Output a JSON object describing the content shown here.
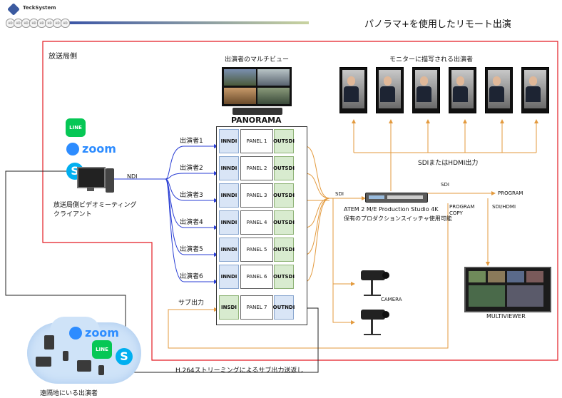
{
  "header": {
    "brand": "TeckSystem",
    "title": "パノラマ+を使用したリモート出演",
    "logo_items": [
      "HD",
      "HD",
      "HD",
      "HD",
      "HD",
      "HD",
      "HD",
      "HD"
    ]
  },
  "colors": {
    "frame_red": "#e31b23",
    "wire_blue": "#2a3ed4",
    "wire_orange": "#e39a3e",
    "wire_black": "#222222",
    "in_fill": "#d9e5f6",
    "out_fill": "#d8ebcf"
  },
  "studio": {
    "label": "放送局側",
    "client_label_line1": "放送局側ビデオミーティング",
    "client_label_line2": "クライアント",
    "ndi_label": "NDI",
    "apps": [
      "LINE",
      "zoom",
      "S"
    ]
  },
  "multiview": {
    "label": "出演者のマルチビュー",
    "device_name": "PANORAMA"
  },
  "monitors_section": {
    "label": "モニターに描写される出演者",
    "output_label": "SDIまたはHDMI出力",
    "count": 6
  },
  "performers": [
    {
      "label": "出演者1",
      "in": [
        "IN",
        "NDI"
      ],
      "panel": "PANEL 1",
      "out": [
        "OUT",
        "SDI"
      ]
    },
    {
      "label": "出演者2",
      "in": [
        "IN",
        "NDI"
      ],
      "panel": "PANEL 2",
      "out": [
        "OUT",
        "SDI"
      ]
    },
    {
      "label": "出演者3",
      "in": [
        "IN",
        "NDI"
      ],
      "panel": "PANEL 3",
      "out": [
        "OUT",
        "SDI"
      ]
    },
    {
      "label": "出演者4",
      "in": [
        "IN",
        "NDI"
      ],
      "panel": "PANEL 4",
      "out": [
        "OUT",
        "SDI"
      ]
    },
    {
      "label": "出演者5",
      "in": [
        "IN",
        "NDI"
      ],
      "panel": "PANEL 5",
      "out": [
        "OUT",
        "SDI"
      ]
    },
    {
      "label": "出演者6",
      "in": [
        "IN",
        "NDI"
      ],
      "panel": "PANEL 6",
      "out": [
        "OUT",
        "SDI"
      ]
    },
    {
      "label": "サブ出力",
      "in": [
        "IN",
        "SDI"
      ],
      "panel": "PANEL 7",
      "out": [
        "OUT",
        "NDI"
      ]
    }
  ],
  "switcher": {
    "sdi_in_label": "SDI",
    "sdi_top_label": "SDI",
    "name_line1": "ATEM 2 M/E Production Studio 4K",
    "name_line2": "保有のプロダクションスイッチャ使用可能",
    "program_label": "PROGRAM",
    "program_copy_line1": "PROGRAM",
    "program_copy_line2": "COPY",
    "sdi_hdmi_label": "SDI/HDMI"
  },
  "camera": {
    "label": "CAMERA"
  },
  "multiviewer": {
    "label": "MULTIVIEWER"
  },
  "remote": {
    "label": "遠隔地にいる出演者",
    "return_label": "H.264ストリーミングによるサブ出力送返し",
    "apps": [
      "zoom",
      "LINE",
      "S"
    ]
  }
}
